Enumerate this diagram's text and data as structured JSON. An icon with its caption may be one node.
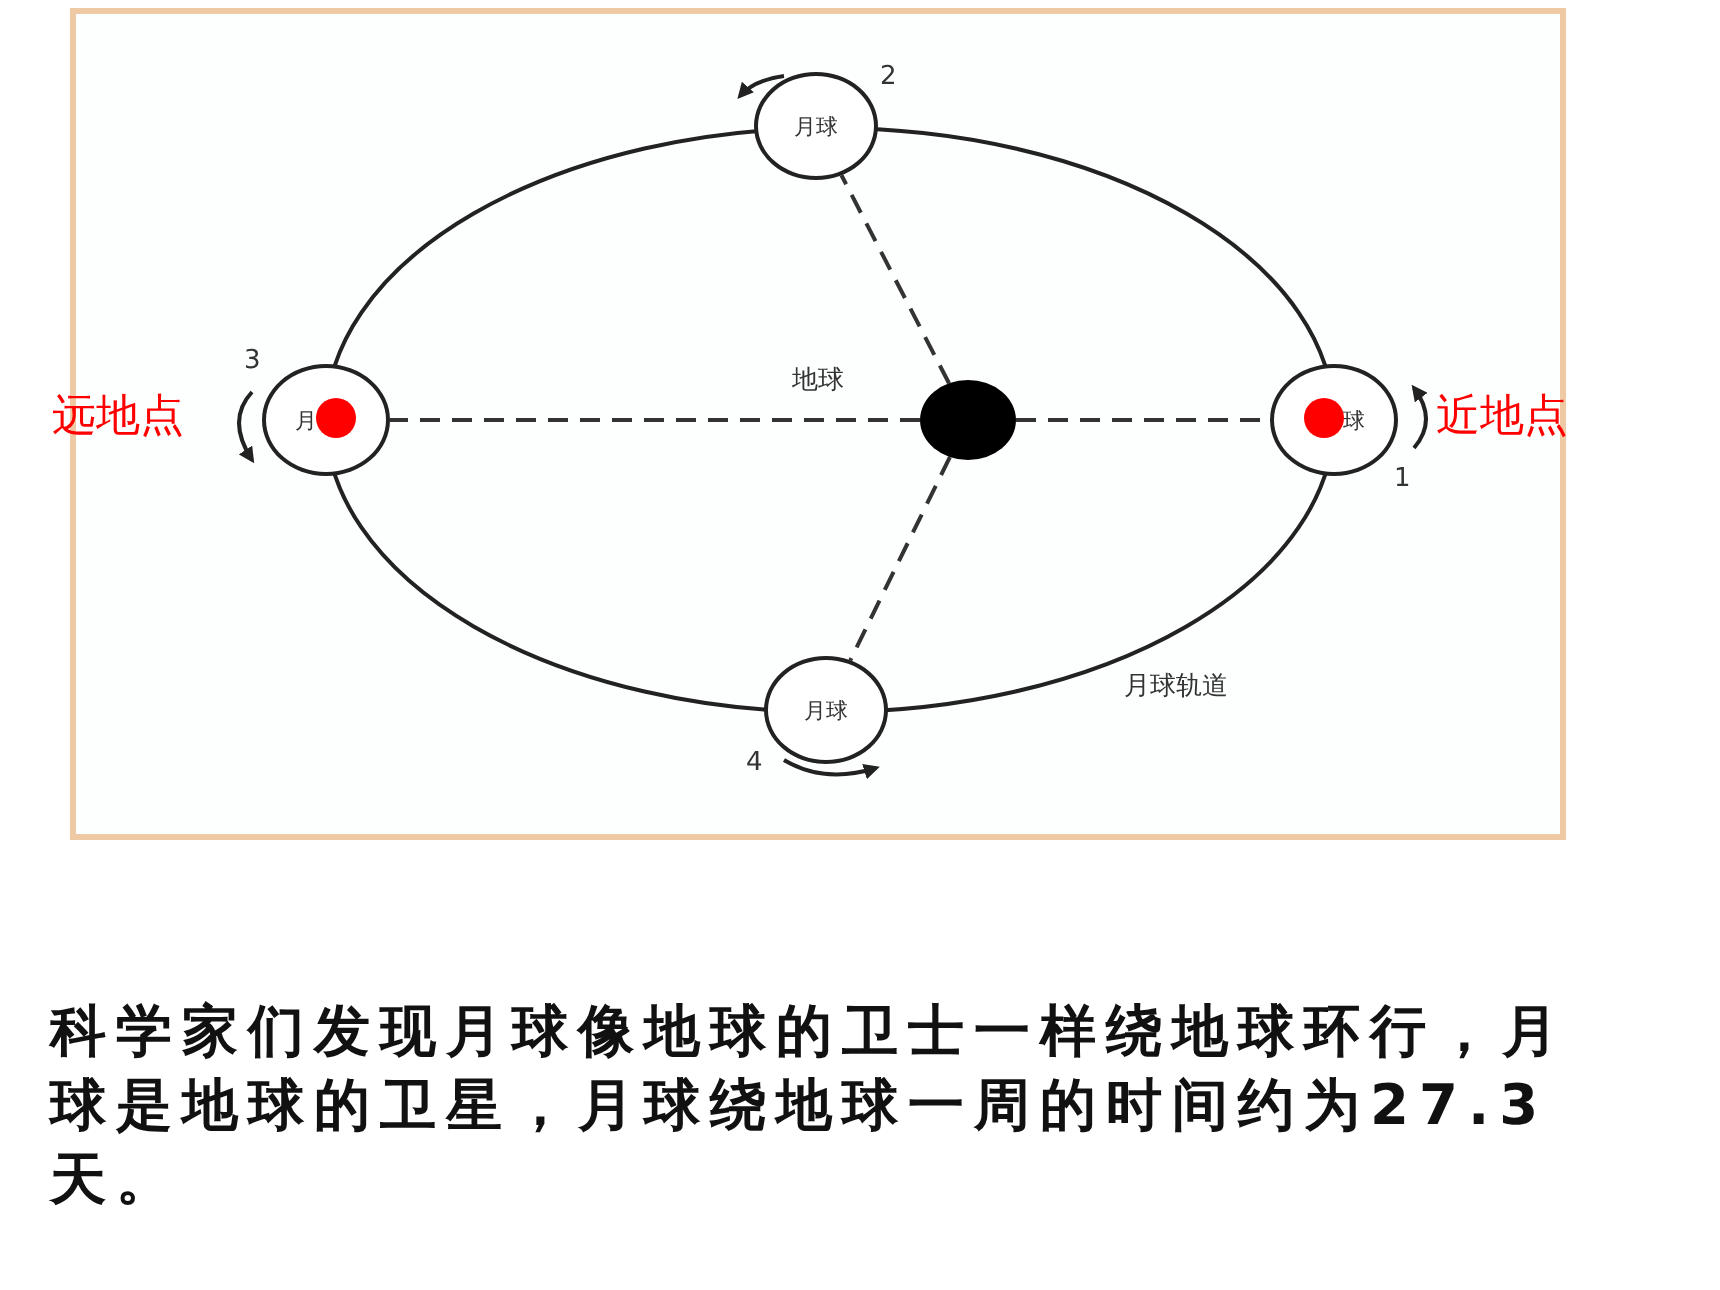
{
  "diagram": {
    "caption": "科学家们发现月球像地球的卫士一样绕地球环行，月球是地球的卫星，月球绕地球一周的时间约为**27.3**天。",
    "nodes": [
      {
        "text": [],
        "shape": "circle",
        "beside": [
          "地球"
        ]
      },
      {
        "text": [
          "月球"
        ],
        "beside": [
          "2"
        ]
      },
      {
        "text": [
          "月"
        ],
        "beside": [
          "3",
          "远地点"
        ]
      },
      {
        "text": [
          "球"
        ],
        "beside": [
          "1",
          "近地点"
        ]
      },
      {
        "text": [
          "月球"
        ],
        "beside": [
          "4"
        ]
      }
    ],
    "edges": [
      {
        "from": 0,
        "to": 1,
        "arrow": "none",
        "style": "dashed"
      },
      {
        "from": 0,
        "to": 2,
        "arrow": "none",
        "style": "dashed"
      },
      {
        "from": 0,
        "to": 3,
        "arrow": "none",
        "style": "dashed"
      },
      {
        "from": 0,
        "to": 4,
        "arrow": "none",
        "style": "dashed"
      }
    ],
    "labels": [
      "月球轨道"
    ]
  }
}
